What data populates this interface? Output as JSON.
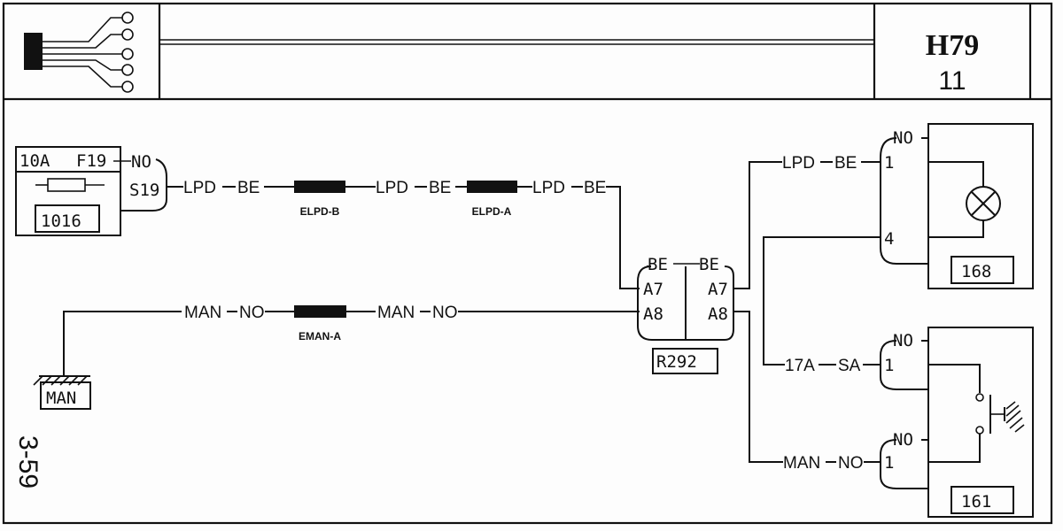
{
  "header": {
    "code": "H79",
    "sub": "11"
  },
  "side_ref": "3-59",
  "fuse": {
    "rating": "10A",
    "id": "F19",
    "slot": "S19",
    "box": "1016",
    "out_color": "NO"
  },
  "wires": {
    "lpd": "LPD",
    "be": "BE",
    "man": "MAN",
    "no": "NO",
    "n17a": "17A",
    "sa": "SA"
  },
  "connectors": {
    "elpd_b": "ELPD-B",
    "elpd_a": "ELPD-A",
    "eman_a": "EMAN-A"
  },
  "junction": {
    "id": "R292",
    "be_left": "BE",
    "be_right": "BE",
    "a7_left": "A7",
    "a8_left": "A8",
    "a7_right": "A7",
    "a8_right": "A8"
  },
  "ground": {
    "label": "MAN"
  },
  "lamp_unit": {
    "id": "168",
    "pin1": "1",
    "pin4": "4",
    "top_color": "NO"
  },
  "switch_unit": {
    "id": "161",
    "pin_upper": "1",
    "pin_lower": "1",
    "upper_color": "NO",
    "lower_color": "NO"
  },
  "colors": {
    "ink": "#111111",
    "paper": "#fdfdfd"
  }
}
